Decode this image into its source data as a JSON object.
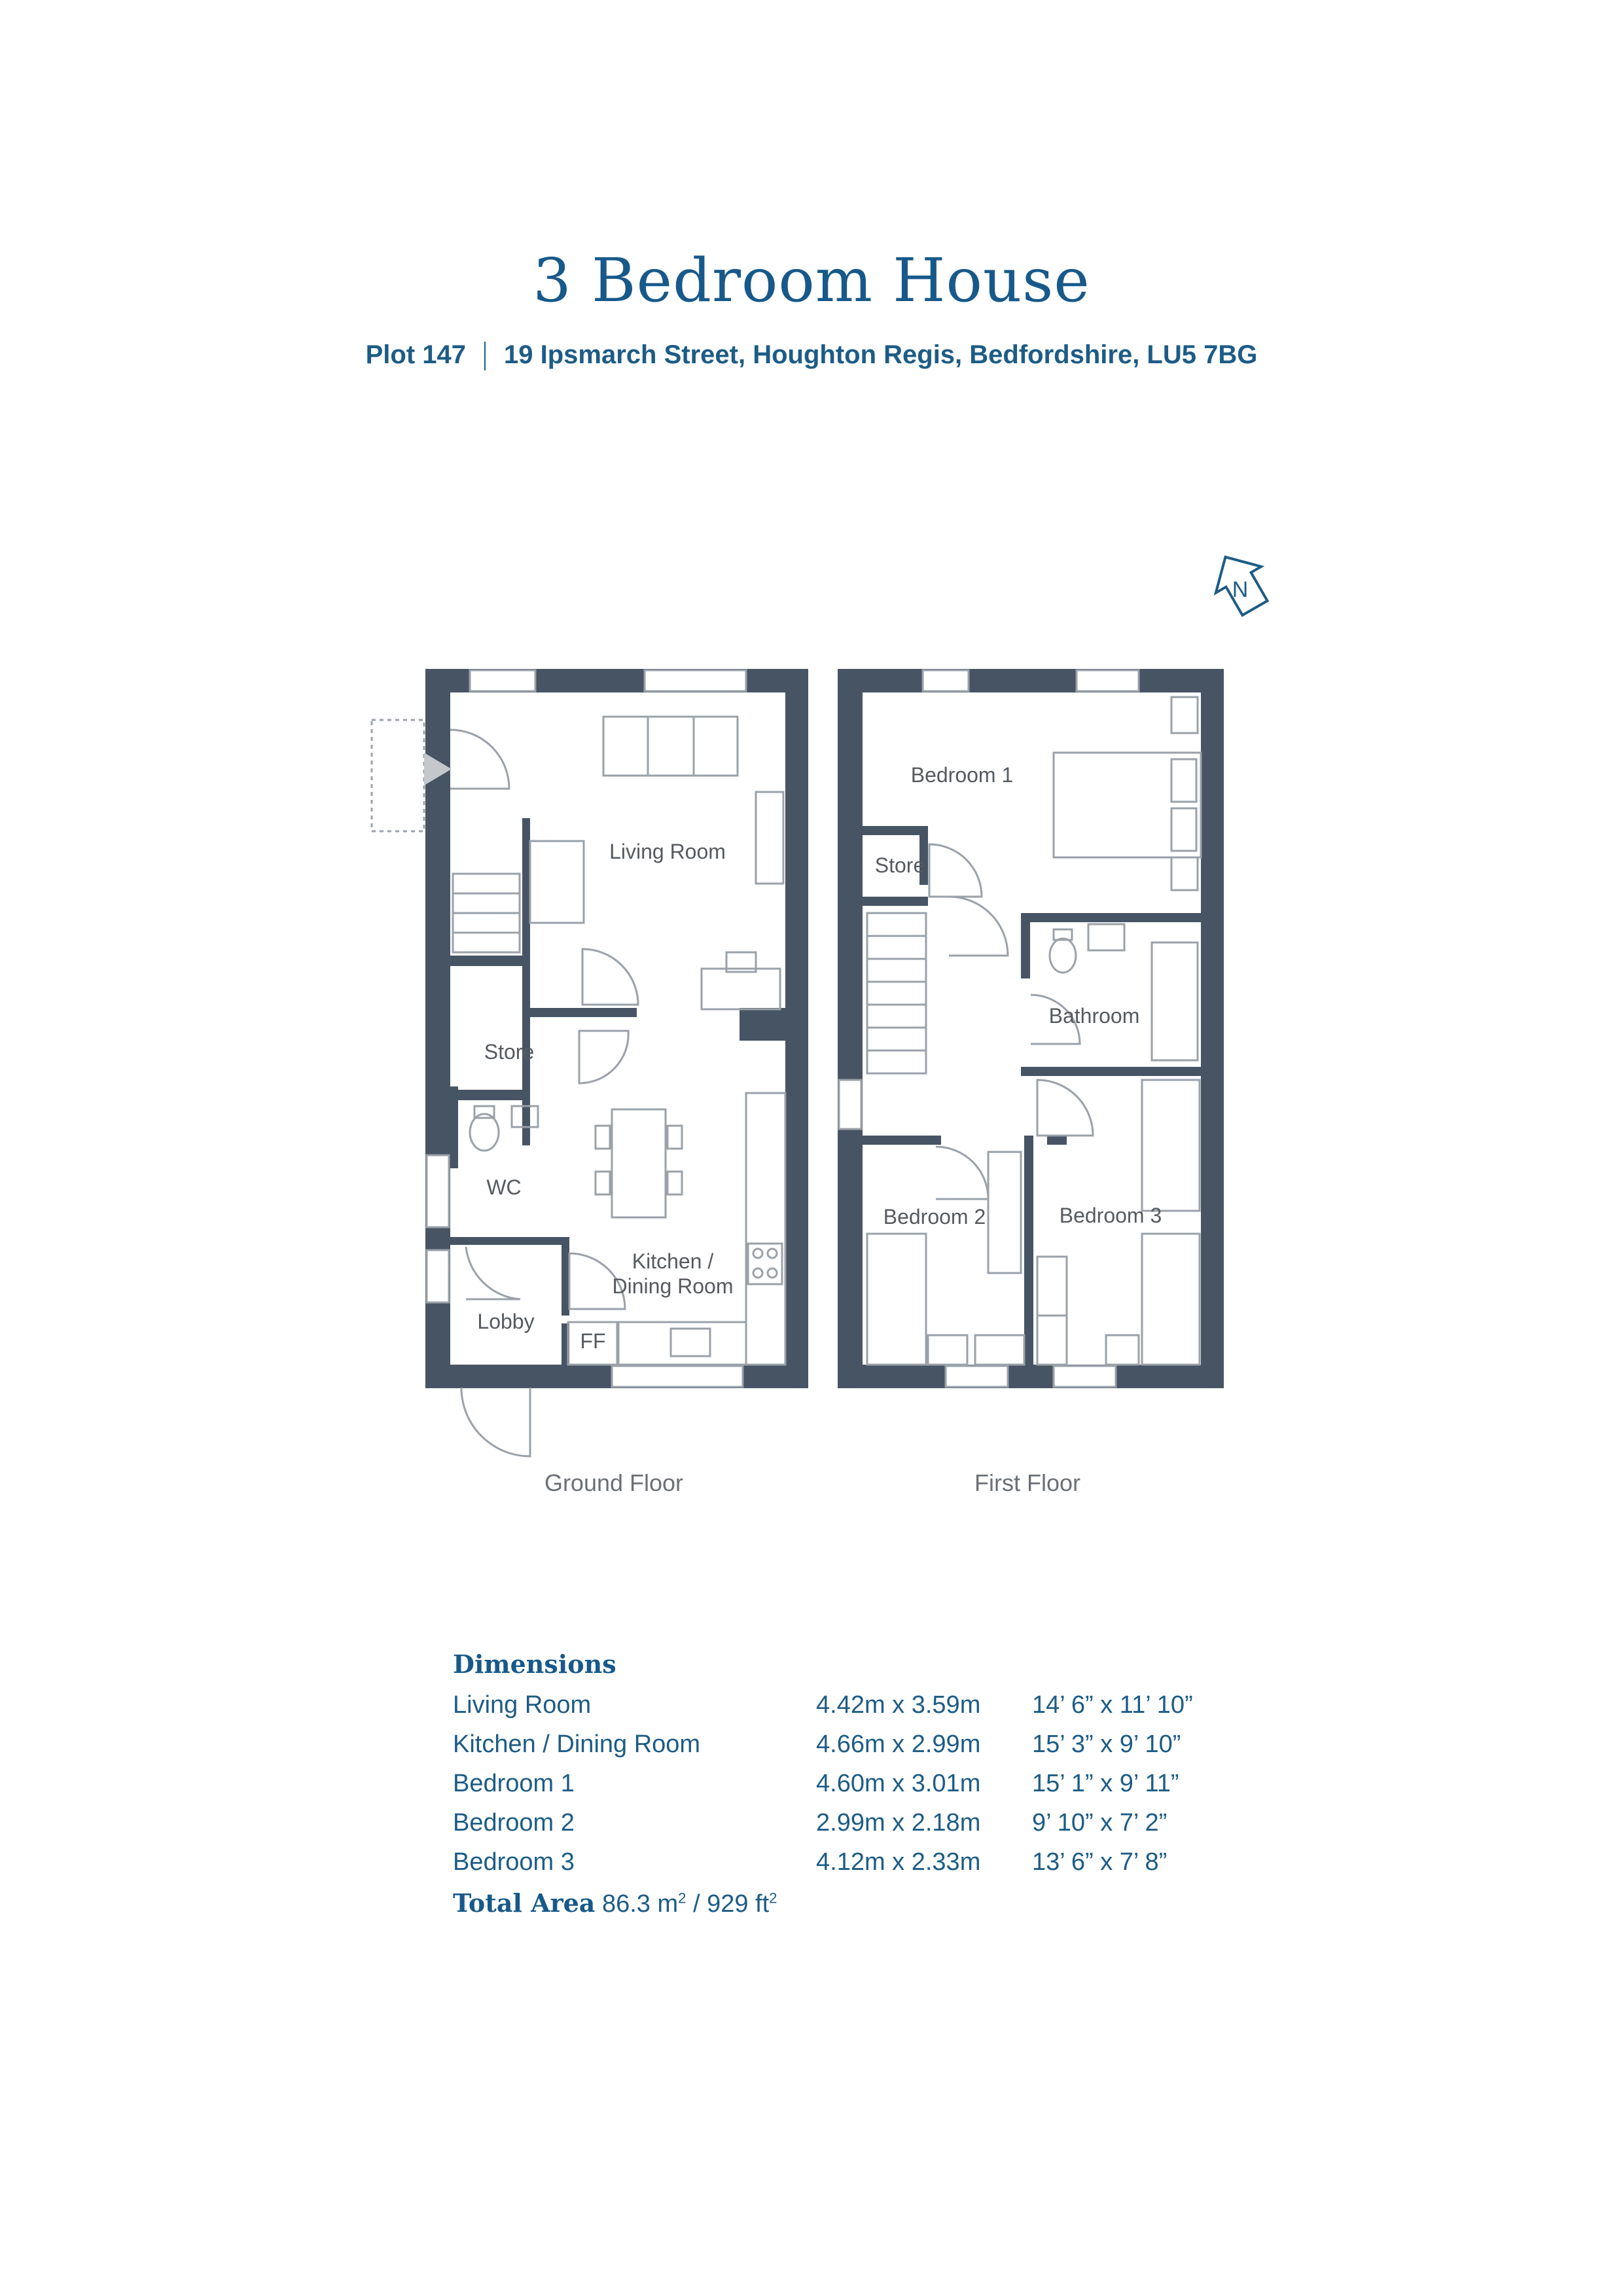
{
  "header": {
    "title": "3 Bedroom House",
    "plot": "Plot 147",
    "address": "19 Ipsmarch Street, Houghton Regis, Bedfordshire, LU5 7BG"
  },
  "compass": {
    "label": "N"
  },
  "ground_floor": {
    "caption": "Ground Floor",
    "rooms": {
      "living": "Living Room",
      "store": "Store",
      "wc": "WC",
      "kitchen_line1": "Kitchen /",
      "kitchen_line2": "Dining Room",
      "lobby": "Lobby",
      "ff": "FF"
    }
  },
  "first_floor": {
    "caption": "First Floor",
    "rooms": {
      "bedroom1": "Bedroom 1",
      "store": "Store",
      "bathroom": "Bathroom",
      "bedroom2": "Bedroom 2",
      "bedroom3": "Bedroom 3"
    }
  },
  "dimensions": {
    "heading": "Dimensions",
    "rows": [
      {
        "room": "Living Room",
        "metric": "4.42m x 3.59m",
        "imperial": "14’ 6” x 11’ 10”"
      },
      {
        "room": "Kitchen / Dining Room",
        "metric": "4.66m x 2.99m",
        "imperial": "15’ 3” x 9’ 10”"
      },
      {
        "room": "Bedroom 1",
        "metric": "4.60m x 3.01m",
        "imperial": "15’ 1” x 9’ 11”"
      },
      {
        "room": "Bedroom 2",
        "metric": "2.99m x 2.18m",
        "imperial": "9’ 10” x 7’ 2”"
      },
      {
        "room": "Bedroom 3",
        "metric": "4.12m x 2.33m",
        "imperial": "13’ 6” x 7’ 8”"
      }
    ],
    "total_label": "Total Area",
    "total_metric": "86.3 m",
    "total_sep": " / ",
    "total_imperial": "929 ft",
    "sup": "2"
  },
  "colors": {
    "wall": "#475463",
    "text_blue": "#1d5c86",
    "fixture": "#9aa1a9"
  }
}
